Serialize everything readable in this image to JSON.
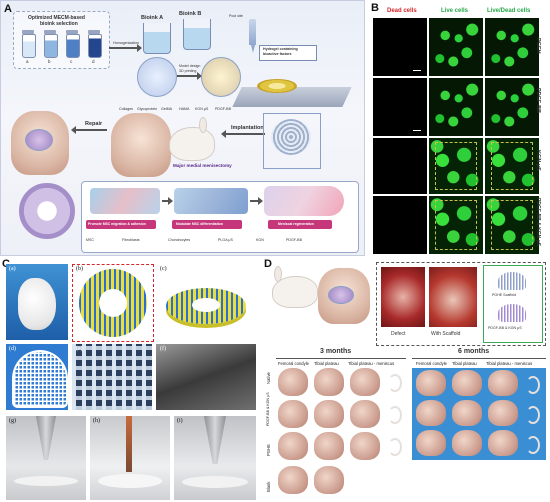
{
  "panel_labels": {
    "a": "A",
    "b": "B",
    "c": "C",
    "d": "D"
  },
  "panelA": {
    "optimized": "Optimized MECM-based",
    "selection": "bioink selection",
    "vials": [
      "a",
      "b",
      "c",
      "d"
    ],
    "bioinkA": "Bioink A",
    "bioinkB": "Bioink B",
    "pool": "Pool site",
    "homogenization": "Homogenization",
    "model_design": "Model design",
    "printing": "3D printing",
    "hydrogel": "Hydrogel containing",
    "bioactive": "bioactive factors",
    "legend": [
      "Collagen",
      "Glycoprotein",
      "GelMA",
      "HAMA",
      "KGN μS",
      "PDGF-BB"
    ],
    "repair": "Repair",
    "implantation": "Implantation",
    "menisectomy": "Major medial menisectomy",
    "steps": [
      "Promote MSC migration & adhesion",
      "Modulate MSC differentiation",
      "Meniscal regeneration"
    ],
    "bottom_legend": [
      "MSC",
      "Fibroblasts",
      "Chondrocytes",
      "PLGA μS",
      "KGN",
      "PDGF-BB"
    ]
  },
  "panelB": {
    "headers": [
      "Dead cells",
      "Live cells",
      "Live/Dead cells"
    ],
    "header_colors": [
      "#d9232a",
      "#27a84a",
      "#27a84a"
    ],
    "rows": [
      "PGEH",
      "PDGF-BB",
      "KGN μS",
      "PDGF-BB & KGN μS"
    ]
  },
  "panelC": {
    "sublabels": [
      "(a)",
      "(b)",
      "(c)",
      "(d)",
      "(e)",
      "(f)",
      "(g)",
      "(h)",
      "(i)"
    ]
  },
  "panelD": {
    "defect": "Defect",
    "with_scaffold": "With Scaffold",
    "scaffold1": "PGHE Scaffold",
    "scaffold2": "PDGF-BB & KGN μS",
    "time1": "3 months",
    "time2": "6 months",
    "cols": [
      "Femoral condyle",
      "Tibial plateau",
      "Tibial plateau - meniscus"
    ],
    "rows": [
      "Native",
      "PDGF-BB & KGN μS",
      "PGHE",
      "Blank"
    ]
  }
}
